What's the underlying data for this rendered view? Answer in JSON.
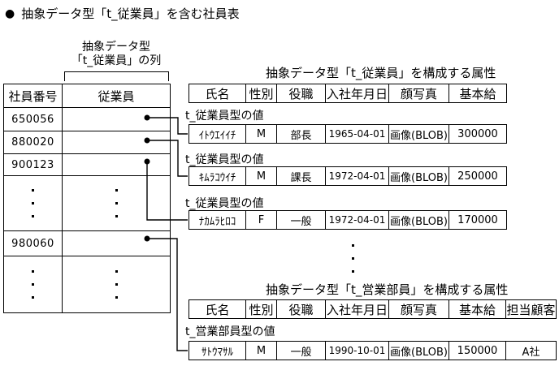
{
  "page": {
    "title_bullet": "●",
    "title": "抽象データ型「t_従業員」を含む社員表"
  },
  "column_note": {
    "line1": "抽象データ型",
    "line2": "「t_従業員」の列"
  },
  "employee_table": {
    "headers": [
      "社員番号",
      "従業員"
    ],
    "rows": [
      {
        "id": "650056"
      },
      {
        "id": "880020"
      },
      {
        "id": "900123"
      },
      {
        "id": "980060"
      }
    ]
  },
  "t_jugyoin": {
    "title": "抽象データ型「t_従業員」を構成する属性",
    "headers": [
      "氏名",
      "性別",
      "役職",
      "入社年月日",
      "顔写真",
      "基本給"
    ],
    "value_label": "t_従業員型の値",
    "rows": [
      {
        "name": "ｲﾄｳｴｲｲﾁ",
        "sex": "M",
        "post": "部長",
        "hired": "1965-04-01",
        "photo": "画像(BLOB)",
        "salary": "300000"
      },
      {
        "name": "ｷﾑﾗｺｳｲﾁ",
        "sex": "M",
        "post": "課長",
        "hired": "1972-04-01",
        "photo": "画像(BLOB)",
        "salary": "250000"
      },
      {
        "name": "ﾅｶﾑﾗﾋﾛｺ",
        "sex": "F",
        "post": "一般",
        "hired": "1972-04-01",
        "photo": "画像(BLOB)",
        "salary": "170000"
      }
    ]
  },
  "t_eigyobuin": {
    "title": "抽象データ型「t_営業部員」を構成する属性",
    "headers": [
      "氏名",
      "性別",
      "役職",
      "入社年月日",
      "顔写真",
      "基本給",
      "担当顧客"
    ],
    "value_label": "t_営業部員型の値",
    "rows": [
      {
        "name": "ｻﾄｳﾏｻﾙ",
        "sex": "M",
        "post": "一般",
        "hired": "1990-10-01",
        "photo": "画像(BLOB)",
        "salary": "150000",
        "client": "A社"
      }
    ]
  }
}
